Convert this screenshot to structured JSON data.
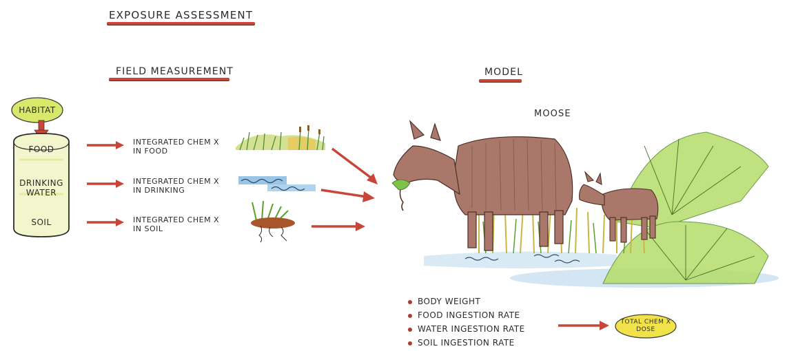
{
  "title": "EXPOSURE ASSESSMENT",
  "field_measurement": {
    "heading": "FIELD MEASUREMENT",
    "habitat_label": "HABITAT",
    "compartments": [
      "FOOD",
      "DRINKING WATER",
      "SOIL"
    ],
    "measurements": [
      {
        "line1": "INTEGRATED CHEM X",
        "line2": "IN FOOD"
      },
      {
        "line1": "INTEGRATED CHEM X",
        "line2": "IN DRINKING"
      },
      {
        "line1": "INTEGRATED CHEM X",
        "line2": "IN SOIL"
      }
    ]
  },
  "model": {
    "heading": "MODEL",
    "animal_label": "MOOSE",
    "parameters": [
      "BODY WEIGHT",
      "FOOD INGESTION RATE",
      "WATER INGESTION RATE",
      "SOIL INGESTION RATE"
    ],
    "result": {
      "line1": "TOTAL CHEM X",
      "line2": "DOSE"
    }
  },
  "colors": {
    "arrow": "#c8453a",
    "habitat_fill": "#d8e86a",
    "result_fill": "#f2e24a",
    "moose": "#a9786a",
    "vegetation": "#9acb4a",
    "water": "#7fb7e0"
  }
}
